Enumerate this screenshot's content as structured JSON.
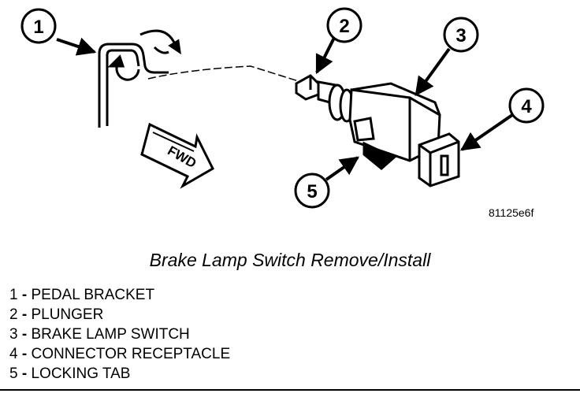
{
  "diagram": {
    "callouts": [
      {
        "number": "1"
      },
      {
        "number": "2"
      },
      {
        "number": "3"
      },
      {
        "number": "4"
      },
      {
        "number": "5"
      }
    ],
    "fwd_label": "FWD",
    "figure_code": "81125e6f"
  },
  "caption": "Brake Lamp Switch Remove/Install",
  "legend": [
    {
      "num": "1",
      "dash": " - ",
      "text": "PEDAL BRACKET"
    },
    {
      "num": "2",
      "dash": " - ",
      "text": "PLUNGER"
    },
    {
      "num": "3",
      "dash": " - ",
      "text": "BRAKE LAMP SWITCH"
    },
    {
      "num": "4",
      "dash": " - ",
      "text": "CONNECTOR RECEPTACLE"
    },
    {
      "num": "5",
      "dash": " - ",
      "text": "LOCKING TAB"
    }
  ]
}
